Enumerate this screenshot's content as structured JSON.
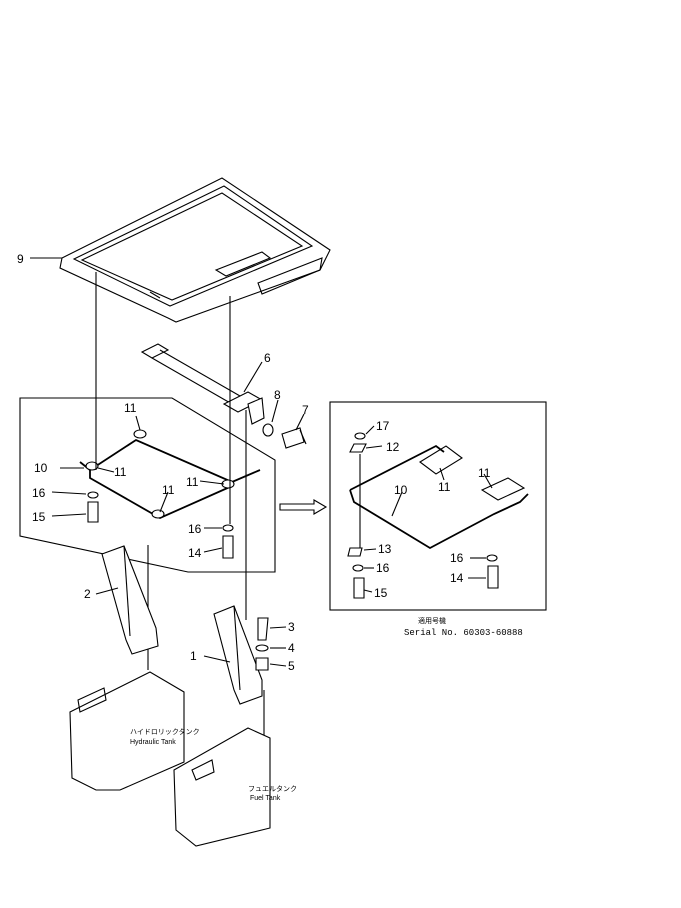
{
  "callouts": {
    "c1": "1",
    "c2": "2",
    "c3": "3",
    "c4": "4",
    "c5": "5",
    "c6": "6",
    "c7": "7",
    "c8": "8",
    "c9": "9",
    "c10": "10",
    "c11a": "11",
    "c11b": "11",
    "c11c": "11",
    "c11d": "11",
    "c14": "14",
    "c15": "15",
    "c16": "16",
    "r10": "10",
    "r11a": "11",
    "r11b": "11",
    "r12": "12",
    "r13": "13",
    "r14": "14",
    "r15": "15",
    "r16a": "16",
    "r16b": "16",
    "r17": "17"
  },
  "tanks": {
    "hydraulic_jp": "ハイドロリックタンク",
    "hydraulic_en": "Hydraulic Tank",
    "fuel_jp": "フュエルタンク",
    "fuel_en": "Fuel Tank"
  },
  "serial": {
    "heading": "適用号機",
    "text": "Serial No. 60303-60888"
  }
}
